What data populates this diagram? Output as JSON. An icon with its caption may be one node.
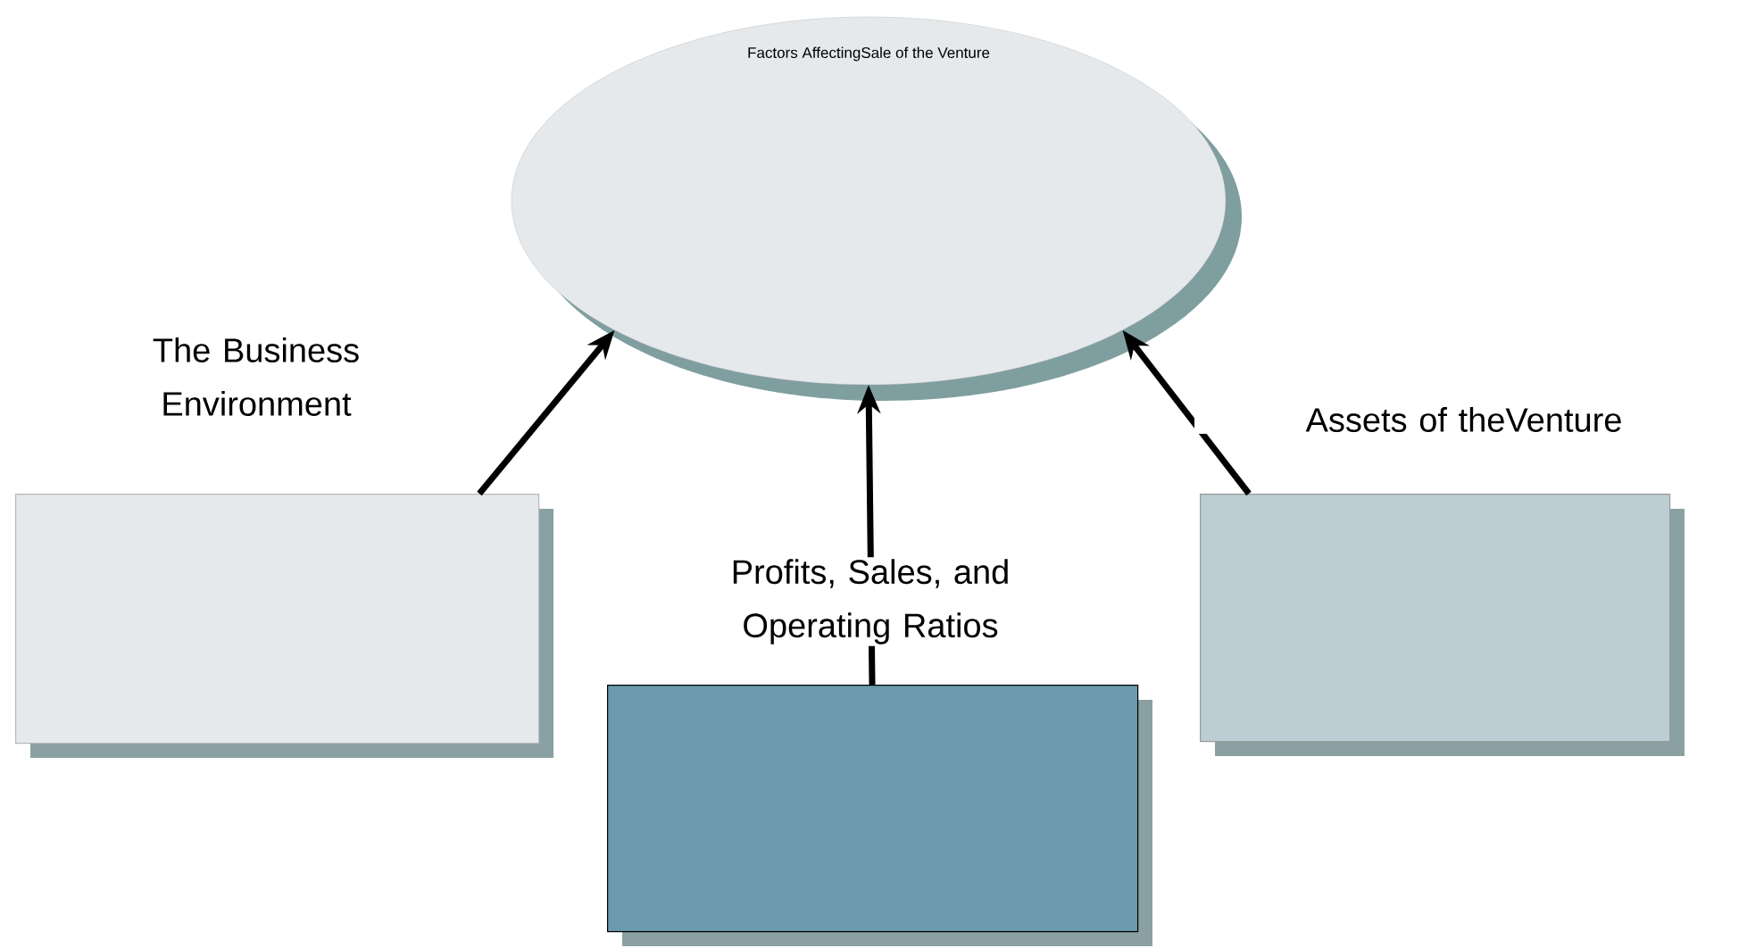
{
  "diagram": {
    "nodes": [
      {
        "text": [
          "Factors AffectingSale of the Venture"
        ]
      },
      {
        "text": [
          "The Business Environment"
        ]
      },
      {
        "text": [
          "Profits, Sales, and Operating Ratios"
        ]
      },
      {
        "text": [
          "Assets of theVenture"
        ]
      }
    ],
    "edges": [
      {
        "from": 1,
        "to": 0,
        "arrow": "to"
      },
      {
        "from": 2,
        "to": 0,
        "arrow": "to"
      },
      {
        "from": 3,
        "to": 0,
        "arrow": "to"
      }
    ]
  }
}
